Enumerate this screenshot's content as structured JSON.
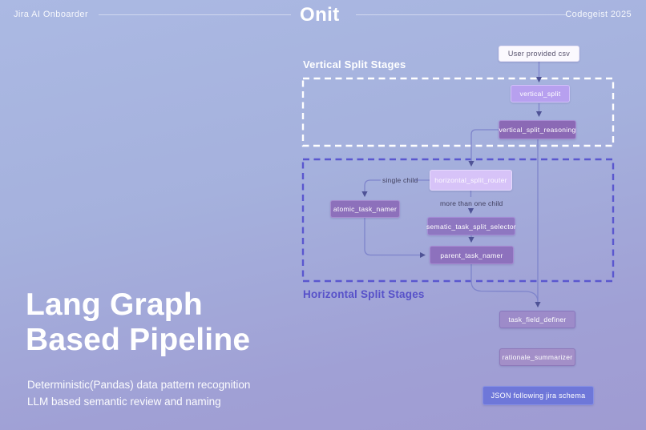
{
  "header": {
    "left": "Jira AI Onboarder",
    "logo": "Onit",
    "right": "Codegeist 2025"
  },
  "hero": {
    "title_line1": "Lang Graph",
    "title_line2": "Based Pipeline",
    "subtitle_line1": "Deterministic(Pandas) data pattern recognition",
    "subtitle_line2": "LLM based semantic review and naming"
  },
  "diagram": {
    "groups": {
      "vertical": {
        "label": "Vertical Split Stages"
      },
      "horizontal": {
        "label": "Horizontal Split Stages"
      }
    },
    "nodes": {
      "user_csv": {
        "label": "User provided csv",
        "fill": "#fbf9fe"
      },
      "vertical_split": {
        "label": "vertical_split",
        "fill": "#b7a0ef"
      },
      "vertical_split_reasoning": {
        "label": "vertical_split_reasoning",
        "fill": "#8b69b5"
      },
      "horizontal_split_router": {
        "label": "horizontal_split_router",
        "fill": "#d7c3f8"
      },
      "atomic_task_namer": {
        "label": "atomic_task_namer",
        "fill": "#8d70bb"
      },
      "sematic_task_split_selector": {
        "label": "sematic_task_split_selector",
        "fill": "#8e77c1"
      },
      "parent_task_namer": {
        "label": "parent_task_namer",
        "fill": "#8d71bd"
      },
      "task_field_definer": {
        "label": "task_field_definer",
        "fill": "#9d8bc9"
      },
      "rationale_summarizer": {
        "label": "rationale_summarizer",
        "fill": "#a38fc8"
      },
      "json_output": {
        "label": "JSON following jira schema",
        "fill": "#6e77d9"
      }
    },
    "edge_labels": {
      "single_child": "single child",
      "more_than_one_child": "more than one child"
    }
  },
  "colors": {
    "background_top": "#abb9e3",
    "background_bottom": "#9f9bd2",
    "vertical_group_border": "#ffffff",
    "horizontal_group_border": "#5a57cf",
    "horizontal_label": "#5751c9",
    "wire": "#7e84cb",
    "arrowhead": "#4f5396"
  }
}
